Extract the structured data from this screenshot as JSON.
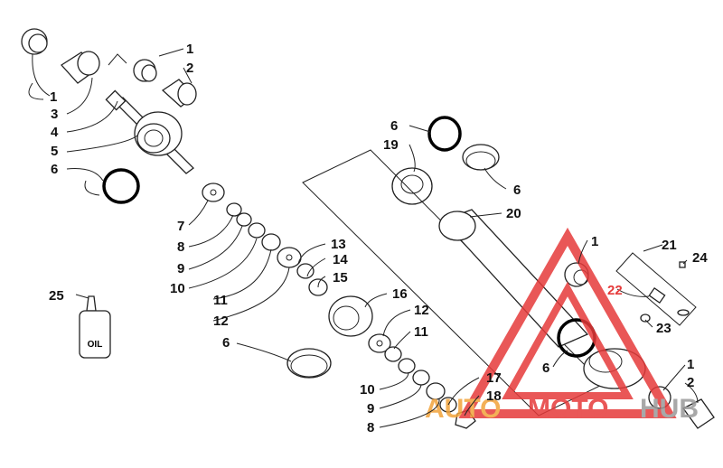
{
  "diagram": {
    "callouts": {
      "c1a": "1",
      "c1b": "1",
      "c1c": "1",
      "c1d": "1",
      "c2a": "2",
      "c2b": "2",
      "c3": "3",
      "c4": "4",
      "c5": "5",
      "c6a": "6",
      "c6b": "6",
      "c6c": "6",
      "c6d": "6",
      "c6e": "6",
      "c7": "7",
      "c8a": "8",
      "c8b": "8",
      "c9a": "9",
      "c9b": "9",
      "c10a": "10",
      "c10b": "10",
      "c11a": "11",
      "c11b": "11",
      "c12a": "12",
      "c12b": "12",
      "c13": "13",
      "c14": "14",
      "c15": "15",
      "c16": "16",
      "c17": "17",
      "c18": "18",
      "c19": "19",
      "c20": "20",
      "c21": "21",
      "c22": "22",
      "c23": "23",
      "c24": "24",
      "c25": "25"
    },
    "oil_label": "OIL",
    "watermark": {
      "text_auto": "AUTO",
      "text_moto": "MOTO",
      "text_hub": "HUB",
      "color_red": "#e63a3a",
      "color_orange": "#f2a33a",
      "color_gray": "#9a9a9a"
    }
  }
}
